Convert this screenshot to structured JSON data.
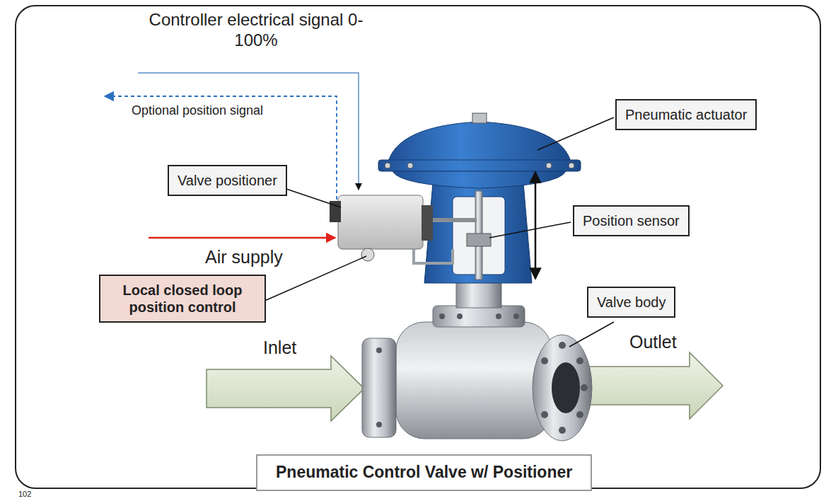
{
  "diagram": {
    "nodes": [
      {
        "text": [
          "Pneumatic actuator"
        ]
      },
      {
        "text": [
          "Valve positioner"
        ]
      },
      {
        "text": [
          "Position sensor"
        ]
      },
      {
        "text": [
          "Local closed loop position control"
        ]
      },
      {
        "text": [
          "Valve body"
        ]
      },
      {
        "text": [
          "Pneumatic Control Valve w/ Positioner"
        ]
      }
    ],
    "labels": [
      "Controller electrical signal 0-100%",
      "Optional position signal",
      "Air supply",
      "Inlet",
      "Outlet",
      "102"
    ]
  }
}
